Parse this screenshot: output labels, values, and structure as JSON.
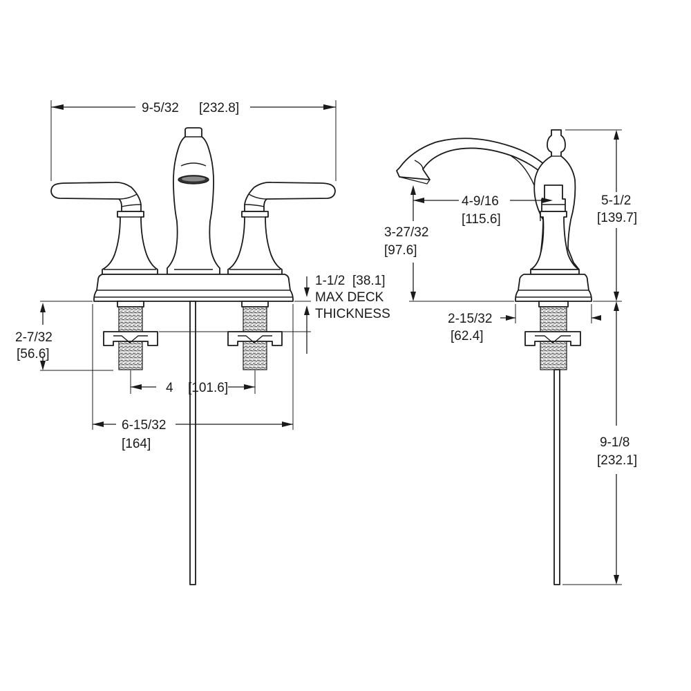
{
  "front_view": {
    "overall_width": {
      "imperial": "9-5/32",
      "metric": "[232.8]"
    },
    "max_deck": {
      "imperial": "1-1/2",
      "metric": "[38.1]",
      "line2": "MAX DECK",
      "line3": "THICKNESS"
    },
    "shank_length": {
      "imperial": "2-7/32",
      "metric": "[56.6]"
    },
    "center_spacing": {
      "imperial": "4",
      "metric": "[101.6]"
    },
    "base_width": {
      "imperial": "6-15/32",
      "metric": "[164]"
    }
  },
  "side_view": {
    "spout_reach": {
      "imperial": "4-9/16",
      "metric": "[115.6]"
    },
    "spout_height": {
      "imperial": "3-27/32",
      "metric": "[97.6]"
    },
    "overall_height": {
      "imperial": "5-1/2",
      "metric": "[139.7]"
    },
    "base_depth": {
      "imperial": "2-15/32",
      "metric": "[62.4]"
    },
    "rod_length": {
      "imperial": "9-1/8",
      "metric": "[232.1]"
    }
  },
  "colors": {
    "line": "#1a1a1a",
    "background": "#ffffff"
  }
}
